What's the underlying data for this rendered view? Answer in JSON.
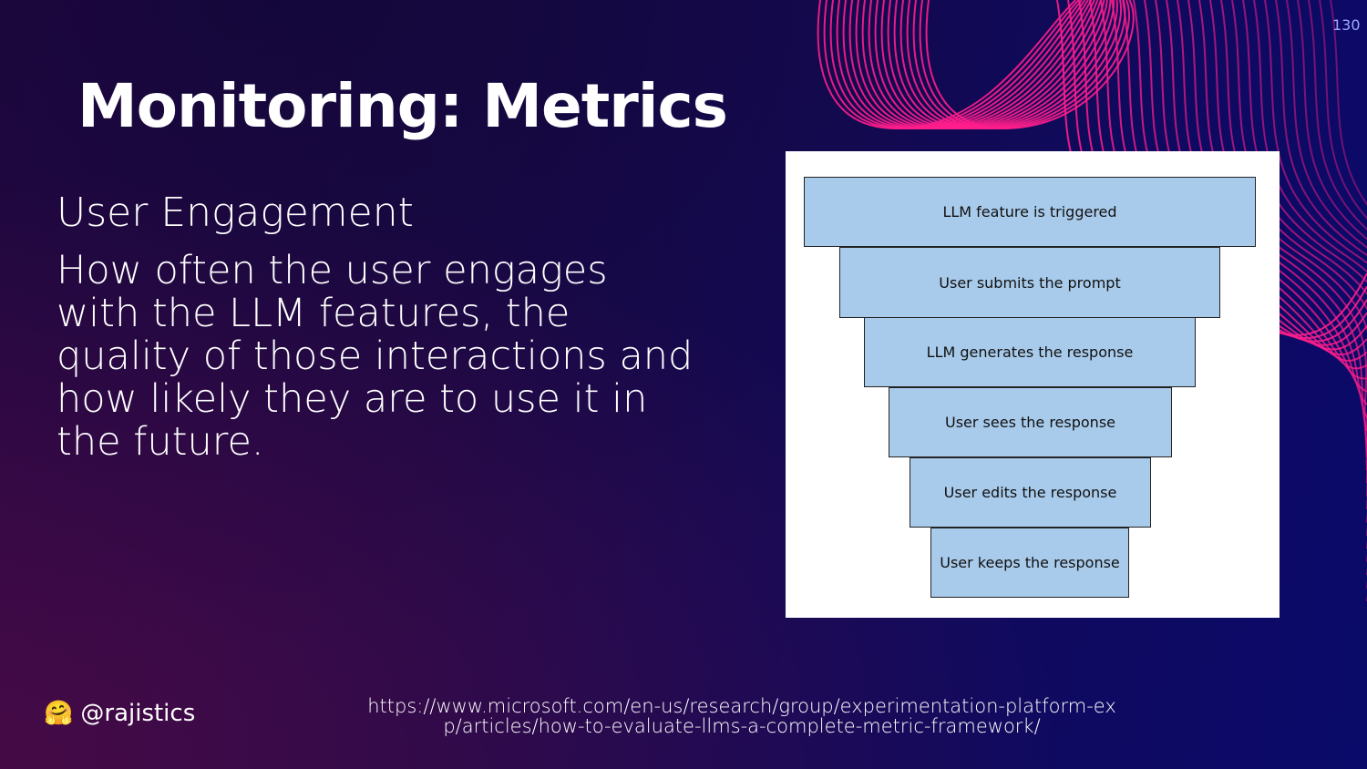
{
  "slide": {
    "title": "Monitoring: Metrics",
    "subtitle": "User Engagement",
    "body": "How often the user engages with the LLM features, the quality of those interactions and how likely they are to use it in the future.",
    "page_number": "130"
  },
  "funnel": {
    "steps": [
      "LLM feature is triggered",
      "User submits the prompt",
      "LLM generates the response",
      "User sees the response",
      "User edits the response",
      "User keeps the response"
    ]
  },
  "footer": {
    "emoji": "🤗",
    "handle": "@rajistics",
    "url_line1": "https://www.microsoft.com/en-us/research/group/experimentation-platform-ex",
    "url_line2": "p/articles/how-to-evaluate-llms-a-complete-metric-framework/"
  },
  "colors": {
    "box": "#a9cbeb",
    "wave": "#ff1e8c"
  }
}
